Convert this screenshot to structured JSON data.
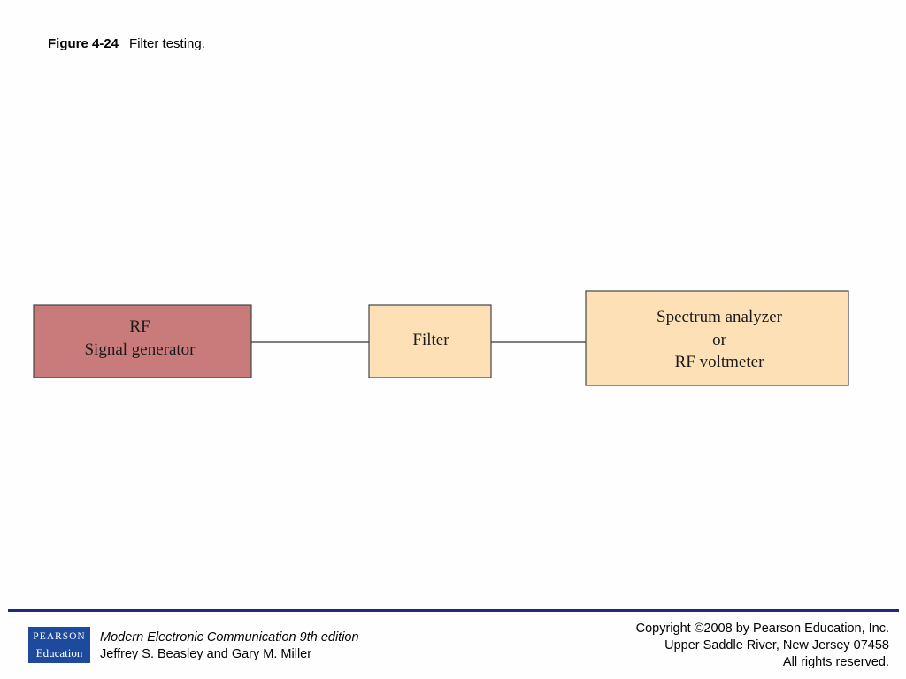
{
  "caption": {
    "figure_number": "Figure 4-24",
    "figure_title": "Filter testing."
  },
  "diagram": {
    "blocks": [
      {
        "id": "rf-signal-generator",
        "lines": [
          "RF",
          "Signal generator"
        ],
        "fill": "#c97b7b"
      },
      {
        "id": "filter",
        "lines": [
          "Filter"
        ],
        "fill": "#fde0b5"
      },
      {
        "id": "spectrum-analyzer",
        "lines": [
          "Spectrum analyzer",
          "or",
          "RF voltmeter"
        ],
        "fill": "#fde0b5"
      }
    ],
    "connections": [
      {
        "from": "rf-signal-generator",
        "to": "filter"
      },
      {
        "from": "filter",
        "to": "spectrum-analyzer"
      }
    ],
    "line_color": "#555555"
  },
  "footer": {
    "logo": {
      "top_text": "PEARSON",
      "bottom_text": "Education",
      "color": "#1d4a9c"
    },
    "book_title": "Modern Electronic Communication 9th edition",
    "authors": "Jeffrey S. Beasley and Gary M. Miller",
    "copyright_lines": [
      "Copyright ©2008 by Pearson Education, Inc.",
      "Upper Saddle River, New Jersey 07458",
      "All rights reserved."
    ],
    "rule_color": "#1b2a7a"
  }
}
